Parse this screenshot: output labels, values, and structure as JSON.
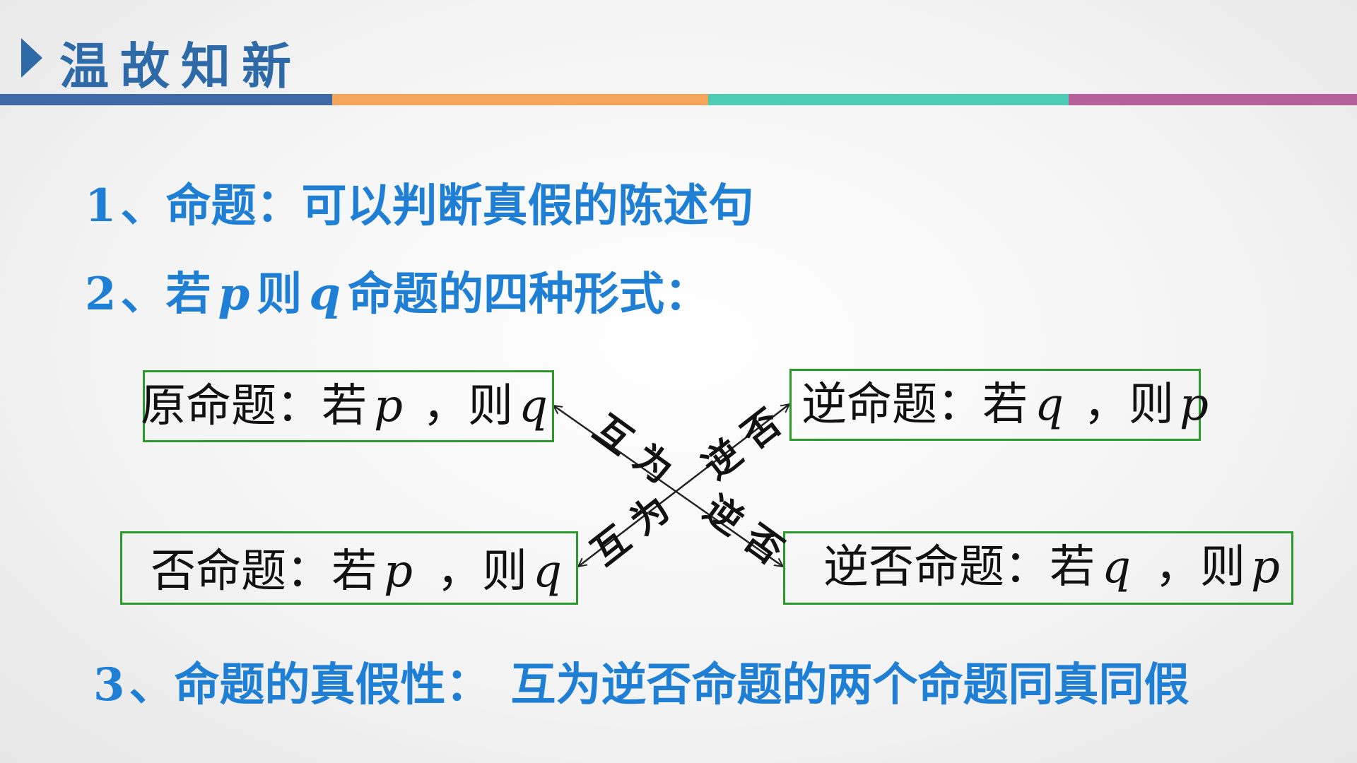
{
  "header": {
    "title": "温故知新",
    "bar_colors": [
      "#3f69a6",
      "#f6a45c",
      "#4ccdb4",
      "#b65f9b"
    ]
  },
  "items": {
    "item1": {
      "num": "1",
      "sep": "、",
      "text": "命题：可以判断真假的陈述句"
    },
    "item2": {
      "num": "2",
      "sep": "、",
      "pre": "若",
      "p": "p",
      "mid": "则",
      "q": "q",
      "post": "命题的四种形式："
    },
    "item3": {
      "num": "3",
      "sep": "、",
      "label": "命题的真假性：",
      "text": "互为逆否命题的两个命题同真同假"
    }
  },
  "diagram": {
    "original": {
      "label": "原命题：若",
      "a": "p",
      "sep": "，则",
      "b": "q"
    },
    "converse": {
      "label": "逆命题：若",
      "a": "q",
      "sep": "，则",
      "b": "p"
    },
    "inverse": {
      "label": "否命题：若",
      "a": "p",
      "sep": "，则",
      "b": "q"
    },
    "contrapositive": {
      "label": "逆否命题：若",
      "a": "q",
      "sep": "，则",
      "b": "p"
    },
    "relation_upper_left": "互为",
    "relation_upper_right": "逆否",
    "relation_lower_left": "互为",
    "relation_lower_right": "逆否"
  }
}
